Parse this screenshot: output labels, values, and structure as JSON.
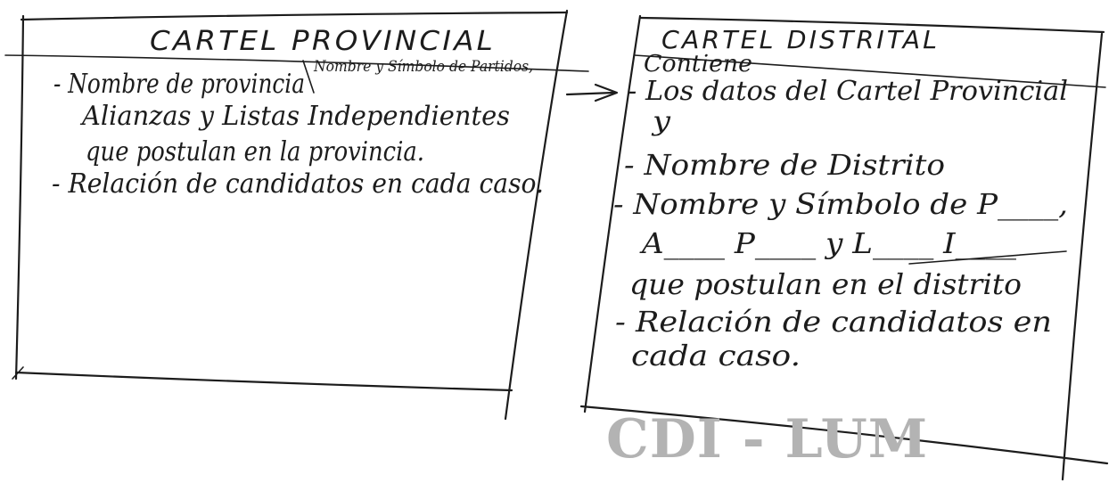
{
  "left_box": {
    "title": "CARTEL PROVINCIAL",
    "lines": [
      "- Nombre de provincia",
      "Alianzas y Listas Independientes",
      "que postulan en la provincia.",
      "- Relación de candidatos en cada caso."
    ],
    "insertion": "Nombre y Símbolo de Partidos,"
  },
  "right_box": {
    "title": "CARTEL DISTRITAL",
    "lines": [
      "Contiene",
      "- Los datos del Cartel Provincial",
      "y",
      "- Nombre de Distrito",
      "- Nombre y Símbolo de P____,",
      "A____ P____ y L____ I____",
      "que postulan en el distrito",
      "- Relación de candidatos en",
      "cada caso."
    ]
  },
  "watermark": "CDI - LUM"
}
